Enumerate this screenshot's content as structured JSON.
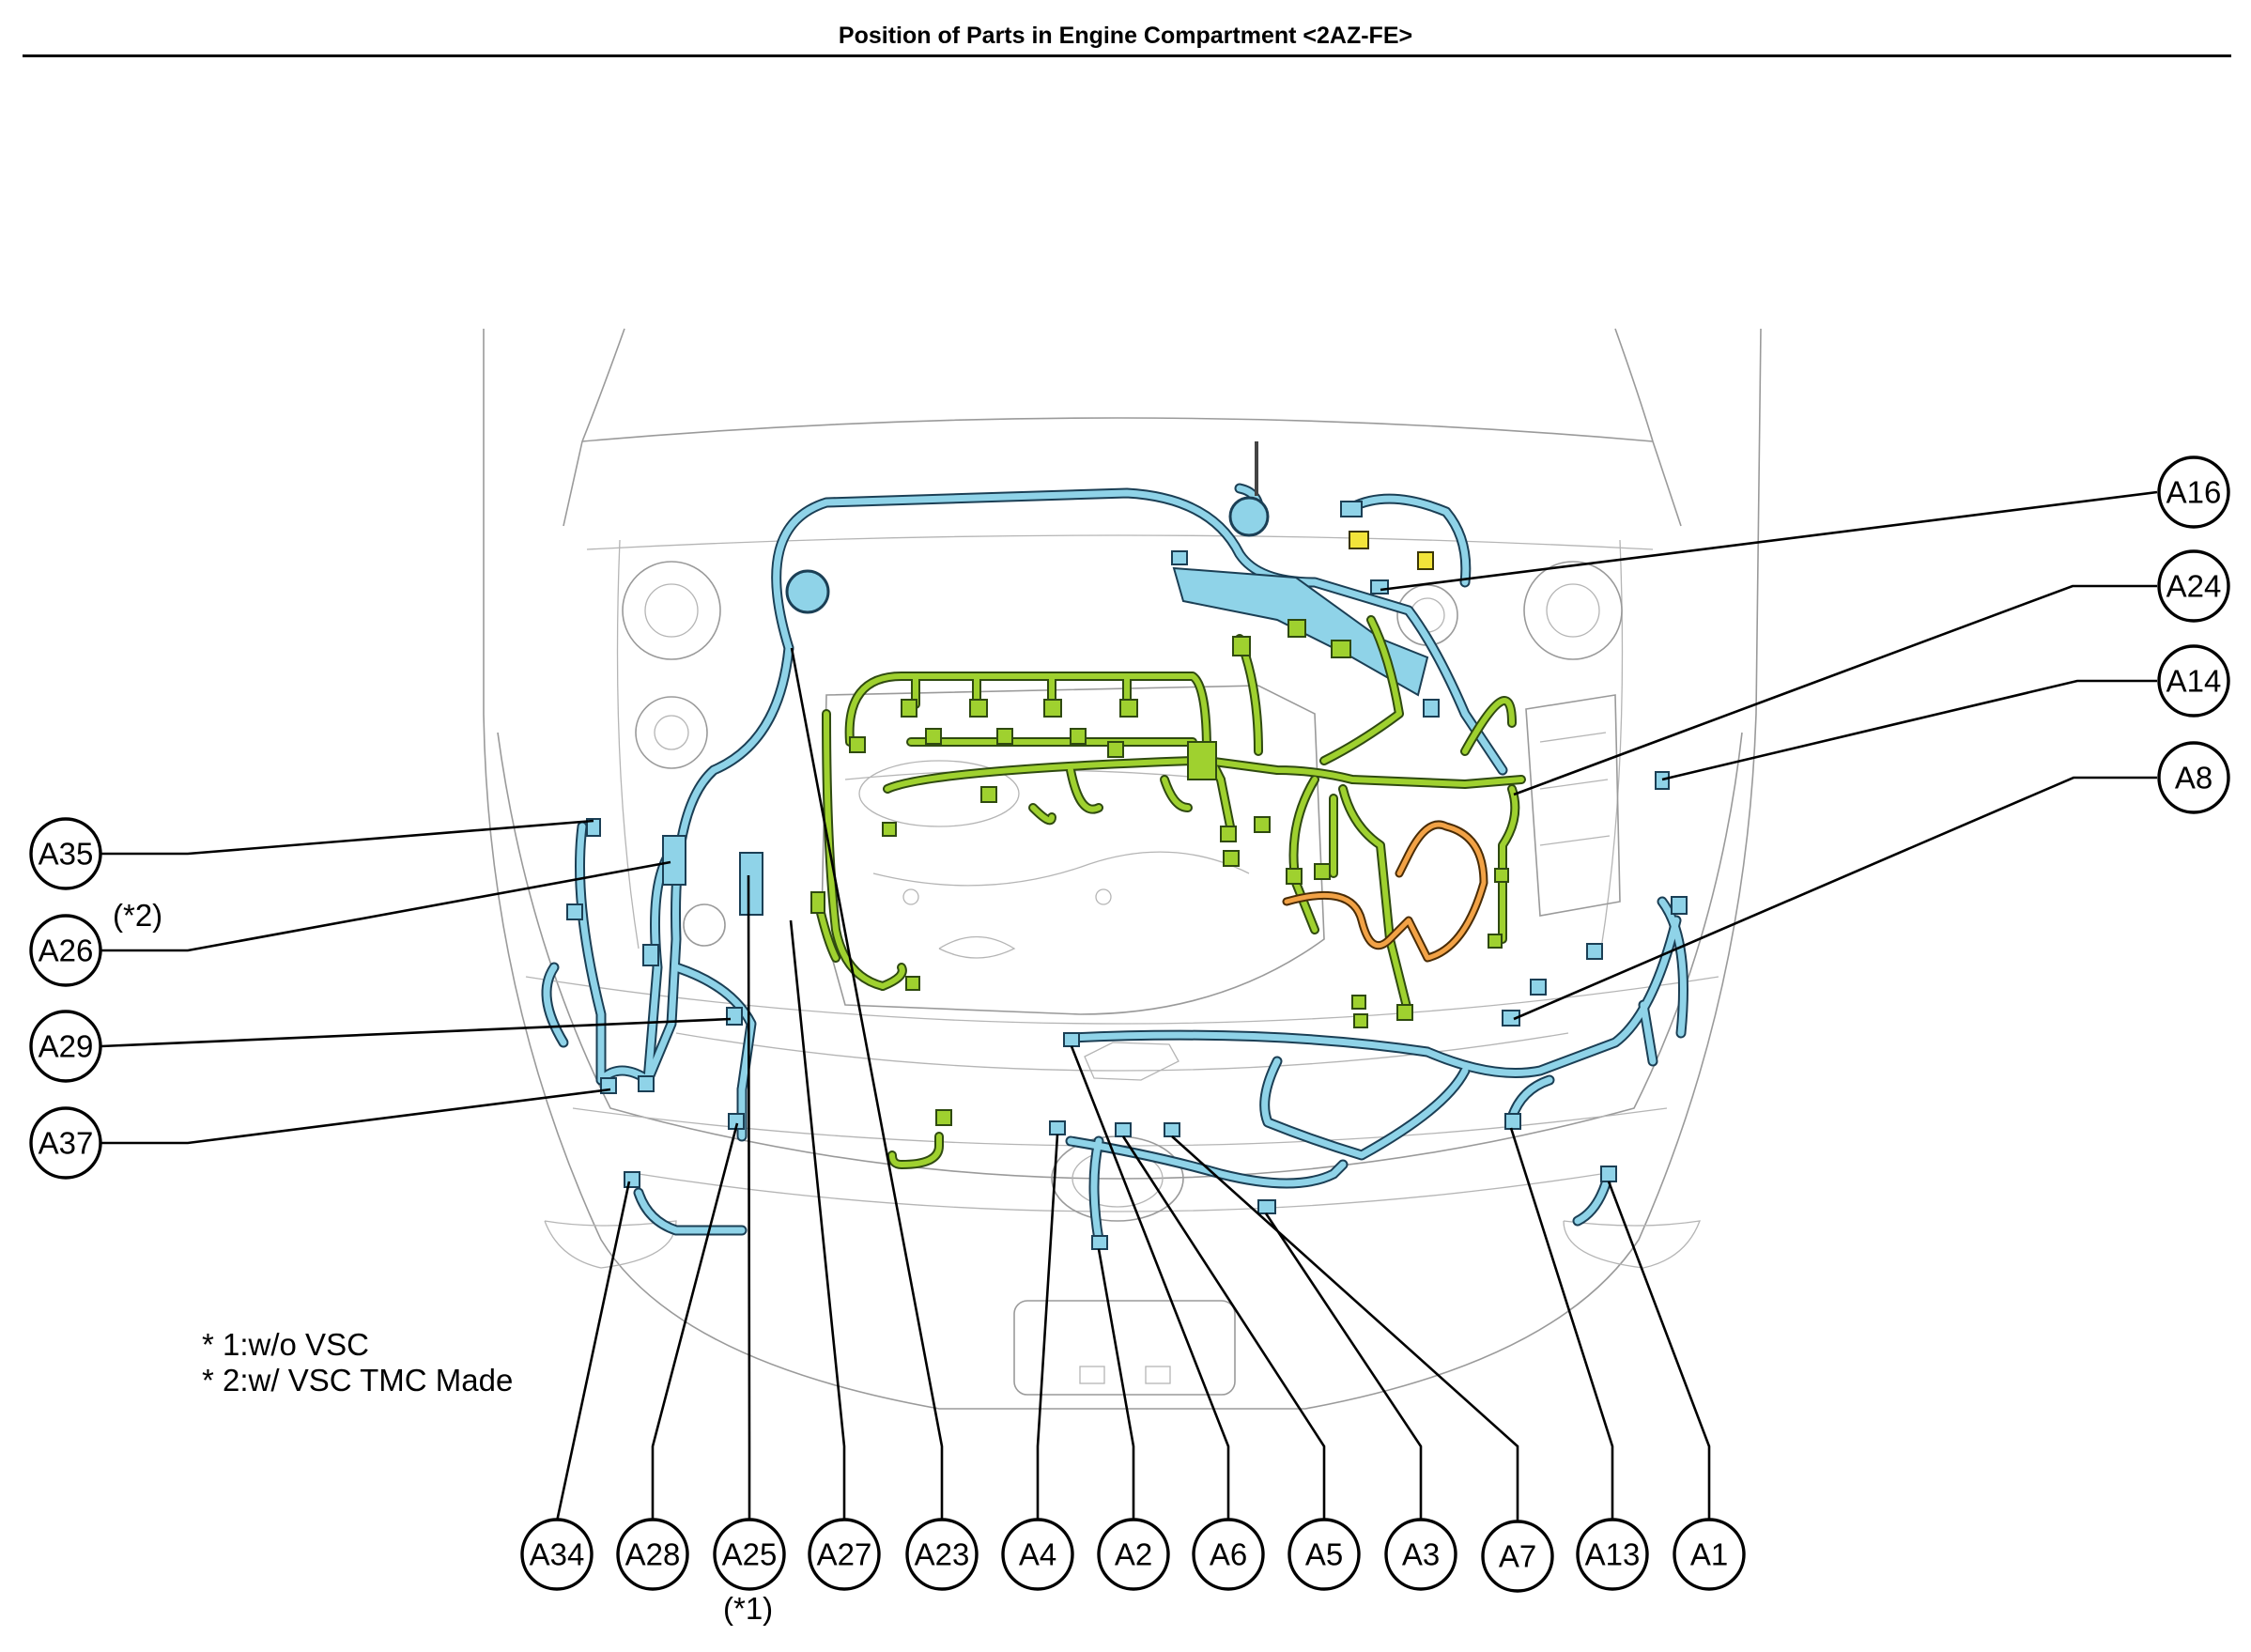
{
  "title": "Position of Parts in Engine Compartment <2AZ-FE>",
  "notes": {
    "n1": "* 1:w/o VSC",
    "n2": "* 2:w/ VSC TMC Made",
    "a26_suffix": "(*2)",
    "a25_suffix": "(*1)"
  },
  "colors": {
    "harness_blue": "#8fd3e8",
    "harness_green": "#9fd12f",
    "harness_orange": "#f2a246",
    "outline": "#9a9a9a"
  },
  "callouts": {
    "A16": "A16",
    "A24": "A24",
    "A14": "A14",
    "A8": "A8",
    "A35": "A35",
    "A26": "A26",
    "A29": "A29",
    "A37": "A37",
    "A34": "A34",
    "A28": "A28",
    "A25": "A25",
    "A27": "A27",
    "A23": "A23",
    "A4": "A4",
    "A2": "A2",
    "A6": "A6",
    "A5": "A5",
    "A3": "A3",
    "A7": "A7",
    "A13": "A13",
    "A1": "A1"
  }
}
